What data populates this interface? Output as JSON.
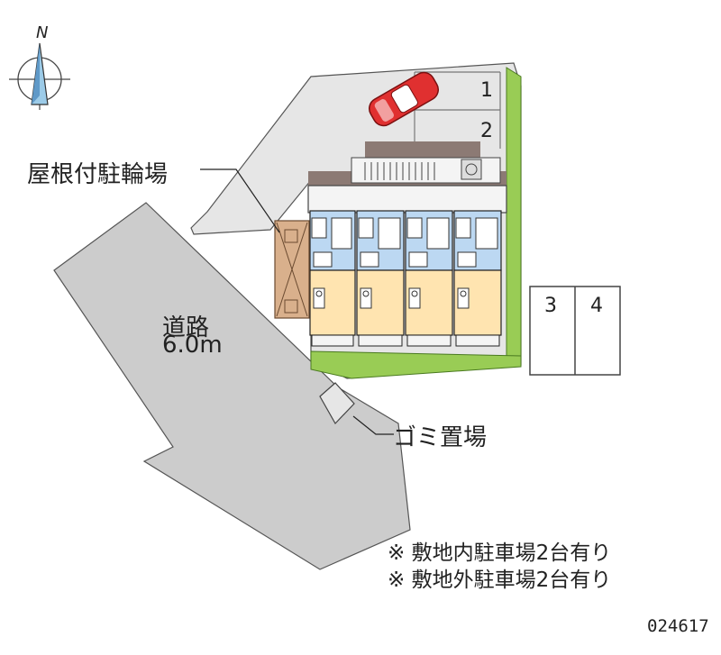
{
  "compass": {
    "north_label": "N",
    "icon": "compass-rose-icon"
  },
  "labels": {
    "bicycle_parking": "屋根付駐輪場",
    "road_name": "道路",
    "road_width": "6.0m",
    "garbage": "ゴミ置場"
  },
  "parking_spaces": [
    "1",
    "2",
    "3",
    "4"
  ],
  "notes": [
    "※ 敷地内駐車場2台有り",
    "※ 敷地外駐車場2台有り"
  ],
  "property_code": "024617",
  "colors": {
    "road": "#cccccc",
    "lot": "#e6e6e6",
    "grass": "#99cc55",
    "room": "#ffe4b0",
    "bathroom": "#bcd8f2",
    "roof": "#8c7a74",
    "bike_shelter": "#d9b08c",
    "car": "#e03030"
  }
}
